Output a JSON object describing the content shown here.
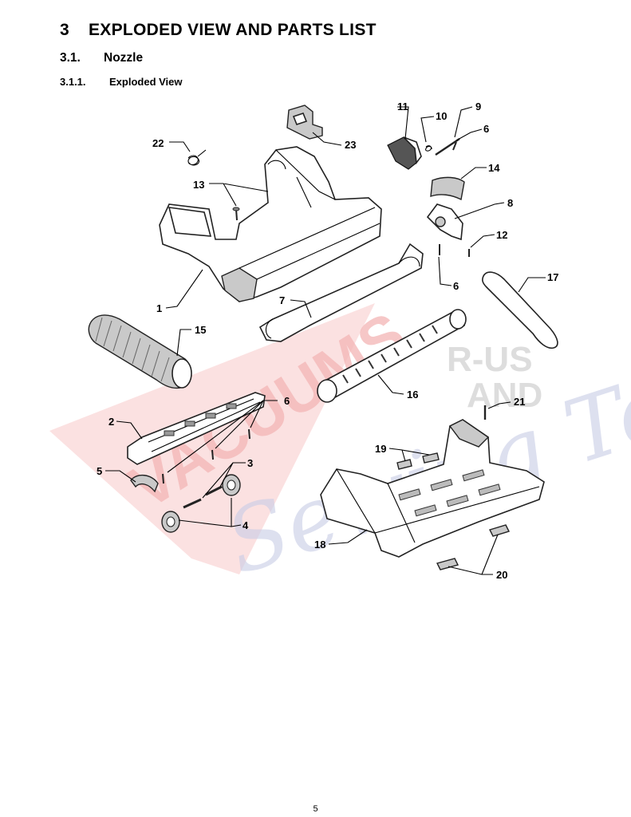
{
  "section": {
    "number": "3",
    "title": "EXPLODED VIEW AND PARTS LIST"
  },
  "subsection": {
    "number": "3.1.",
    "title": "Nozzle"
  },
  "subsubsection": {
    "number": "3.1.1.",
    "title": "Exploded View"
  },
  "callouts": {
    "c1": "1",
    "c2": "2",
    "c3": "3",
    "c4": "4",
    "c5": "5",
    "c6a": "6",
    "c6b": "6",
    "c6c": "6",
    "c7": "7",
    "c8": "8",
    "c9": "9",
    "c10": "10",
    "c11": "11",
    "c12": "12",
    "c13": "13",
    "c14": "14",
    "c15": "15",
    "c16": "16",
    "c17": "17",
    "c18": "18",
    "c19": "19",
    "c20": "20",
    "c21": "21",
    "c22": "22",
    "c23": "23"
  },
  "watermark": {
    "brand": "VACUUMS",
    "line1": "R-US",
    "line2": "AND",
    "script": "Sewing Too"
  },
  "page_number": "5",
  "colors": {
    "watermark_red": "#f3b5b5",
    "watermark_grey": "#d8d8d8",
    "watermark_blue": "#c8cde6"
  }
}
